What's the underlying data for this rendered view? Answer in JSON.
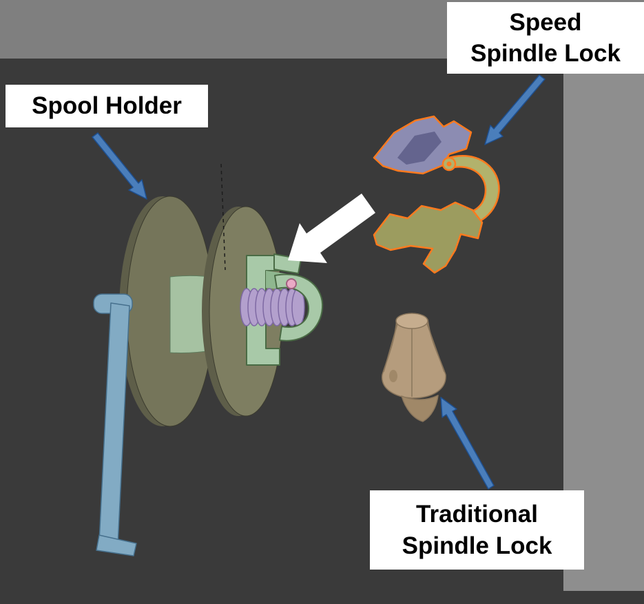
{
  "labels": {
    "spool_holder": {
      "text": "Spool Holder"
    },
    "speed_spindle_lock": {
      "line1": "Speed",
      "line2": "Spindle Lock"
    },
    "traditional_spindle_lock": {
      "line1": "Traditional",
      "line2": "Spindle Lock"
    }
  },
  "colors": {
    "viewport_bg": "#3a3a3a",
    "top_bar": "#7f7f7f",
    "right_panel": "#8e8e8e",
    "label_bg": "#ffffff",
    "label_text": "#000000",
    "callout_blue": "#4a7ebb",
    "callout_blue_edge": "#1e4f8f",
    "white_arrow": "#ffffff",
    "filament": "#1c1c1c",
    "flange_dark": "#5e5e49",
    "flange_mid": "#75755a",
    "flange_light": "#7e7e61",
    "core_green": "#a6c2a2",
    "rod_purple": "#b3a0cd",
    "clip_green": "#a8c9a8",
    "clip_green_dark": "#8fb78f",
    "pin_pink": "#eaaac6",
    "handle_blue": "#82abc4",
    "speed_purple": "#8c8cb2",
    "speed_purple_dark": "#64648e",
    "speed_olive": "#b2b26c",
    "speed_olive_dark": "#9c9c5f",
    "outline_orange": "#ff7a1e",
    "trad_tan": "#b59c7d",
    "trad_tan_light": "#c6ad8e",
    "trad_tan_dark": "#a08868"
  }
}
